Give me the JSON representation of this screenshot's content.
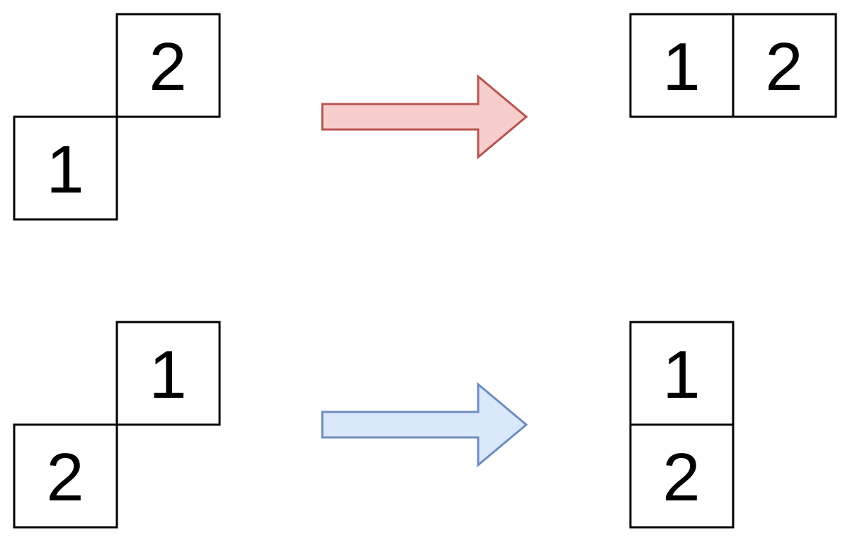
{
  "colors": {
    "box_stroke": "#000000",
    "red_fill": "#f8cecc",
    "red_stroke": "#b85450",
    "blue_fill": "#dae8fc",
    "blue_stroke": "#6c8ebf"
  },
  "top_row": {
    "before": {
      "upper_label": "2",
      "lower_label": "1"
    },
    "arrow_icon": "arrow-right",
    "after": {
      "left_label": "1",
      "right_label": "2"
    }
  },
  "bottom_row": {
    "before": {
      "upper_label": "1",
      "lower_label": "2"
    },
    "arrow_icon": "arrow-right",
    "after": {
      "top_label": "1",
      "bottom_label": "2"
    }
  }
}
